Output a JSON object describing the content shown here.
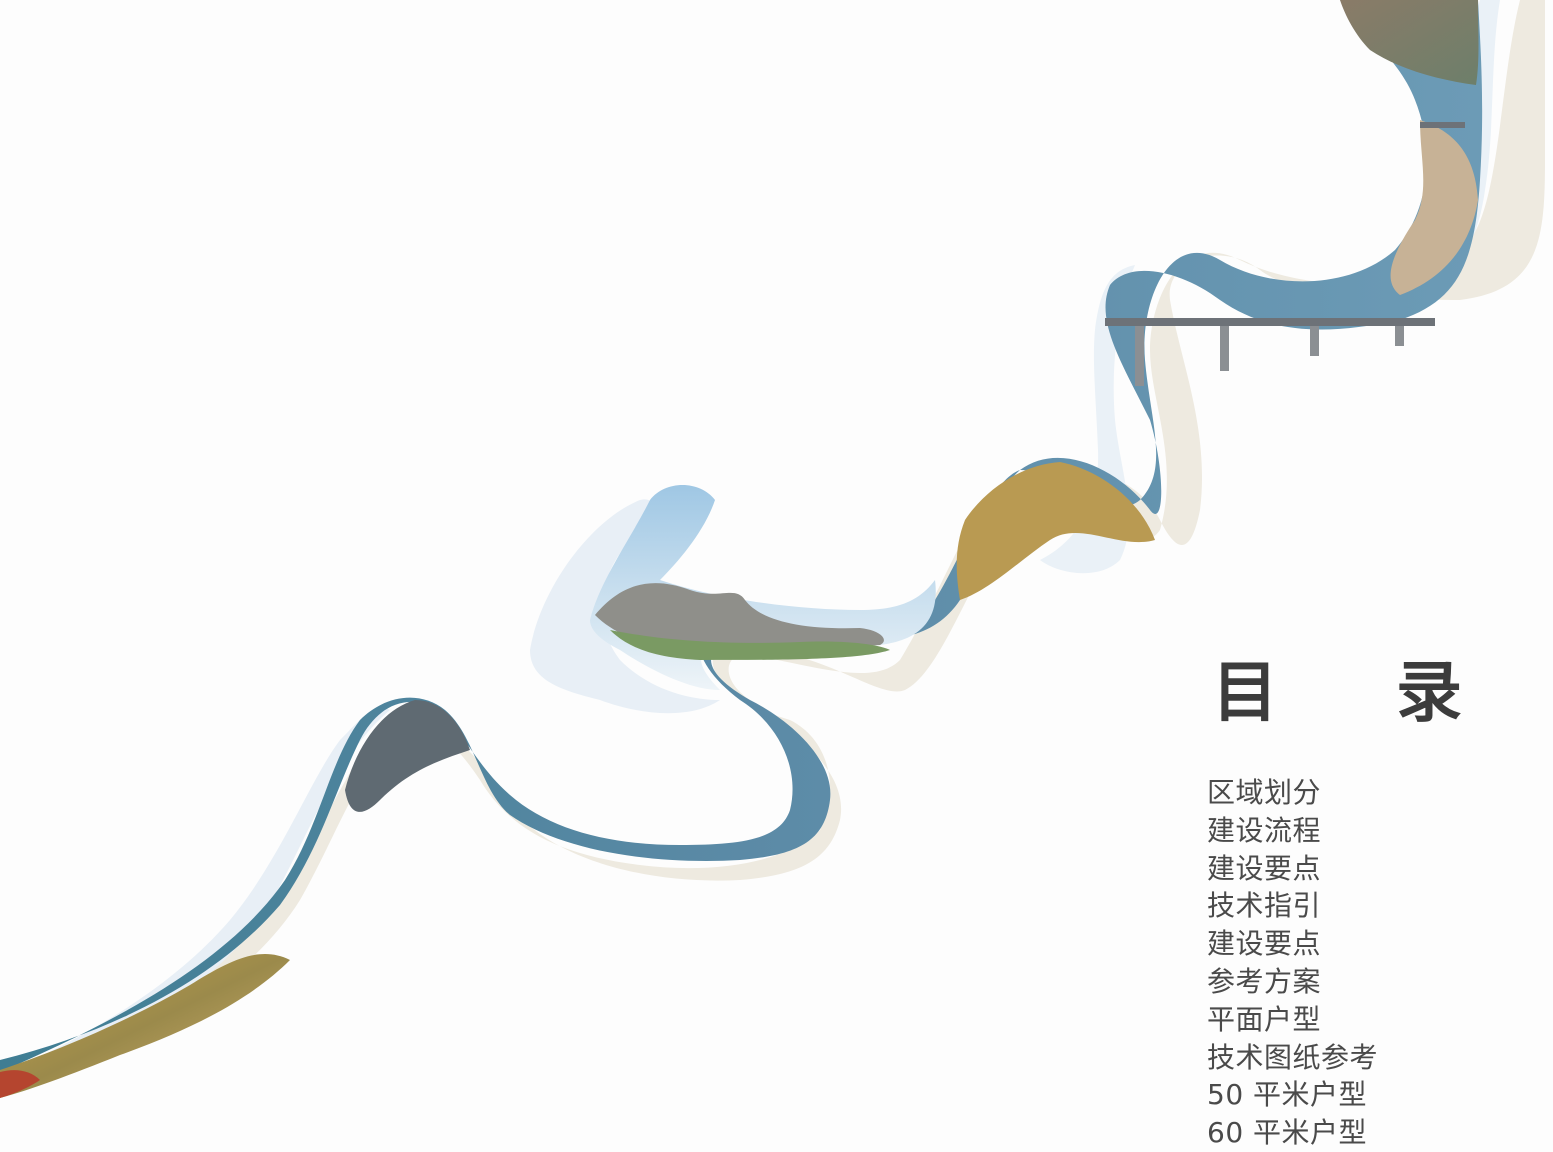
{
  "toc": {
    "title_left": "目",
    "title_right": "录",
    "items": [
      "区域划分",
      "建设流程",
      "建设要点",
      "技术指引",
      "建设要点",
      "参考方案",
      "平面户型",
      "技术图纸参考",
      "50 平米户型",
      "60 平米户型"
    ]
  },
  "colors": {
    "page_bg": "#fdfdfd",
    "water": "#4f83a2",
    "sky": "#a7cde6",
    "cream_shadow": "#eeeae0",
    "pale_blue_shadow": "#eaf1f7",
    "text": "#4a4a4a"
  }
}
